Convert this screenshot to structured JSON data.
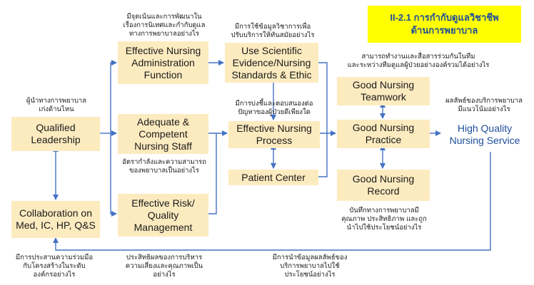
{
  "title": {
    "line1": "II-2.1 การกำกับดูแลวิชาชีพ",
    "line2": "ด้านการพยาบาล"
  },
  "boxes": {
    "qualified_leadership": "Qualified Leadership",
    "collaboration": "Collaboration on Med, IC, HP, Q&S",
    "admin_function": "Effective Nursing Administration Function",
    "adequate_staff": "Adequate & Competent Nursing Staff",
    "risk_quality": "Effective Risk/ Quality Management",
    "scientific_evidence": "Use Scientific Evidence/Nursing Standards & Ethic",
    "nursing_process": "Effective Nursing Process",
    "patient_center": "Patient Center",
    "teamwork": "Good Nursing Teamwork",
    "practice": "Good Nursing Practice",
    "record": "Good Nursing Record",
    "high_quality": "High Quality Nursing Service"
  },
  "notes": {
    "leadership": "ผู้นำทางการพยาบาล\nเก่งด้านไหน",
    "admin": "มีจุดเน้นและการพัฒนาใน\nเรื่องการนิเทศและกำกับดูแล\nทางการพยาบาลอย่างไร",
    "staff": "อัตรากำลังและความสามารถ\nของพยาบาลเป็นอย่างไร",
    "evidence": "มีการใช้ข้อมูลวิชาการเพื่อ\nปรับบริการให้ทันสมัยอย่างไร",
    "process": "มีการบ่งชี้และตอบสนองต่อ\nปัญหาของผู้ป่วยดีเพียงใด",
    "teamwork": "สามารถทำงานและสื่อสารร่วมกันในทีม\nและระหว่างทีมดูแลผู้ป่วยอย่างองค์รวมได้อย่างไร",
    "outcome": "ผลลัพธ์ของบริการพยาบาล\nมีแนวโน้มอย่างไร",
    "record": "บันทึกทางการพยาบาลมี\nคุณภาพ ประสิทธิภาพ และถูก\nนำไปใช้ประโยชน์อย่างไร",
    "collaboration": "มีการประสานความร่วมมือ\nกับโครงสร้างในระดับ\nองค์กรอย่างไร",
    "risk": "ประสิทธิผลของการบริหาร\nความเสี่ยงและคุณภาพเป็น\nอย่างไร",
    "results_use": "มีการนำข้อมูลผลลัพธ์ของ\nบริการพยาบาลไปใช้\nประโยชน์อย่างไร"
  },
  "colors": {
    "box_fill": "#fdebc0",
    "arrow": "#4472c4",
    "title_fill": "#ffff00",
    "title_text": "#1f4e9c",
    "outcome_text": "#1f4e9c"
  }
}
